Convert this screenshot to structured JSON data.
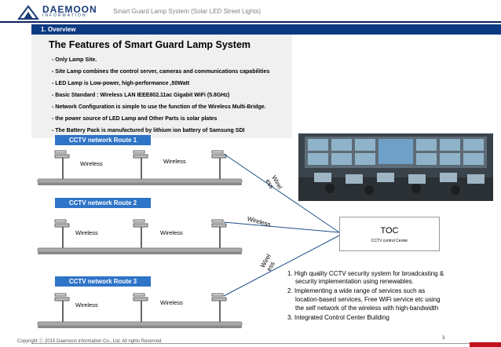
{
  "header": {
    "brand": "DAEMOON",
    "brand_sub": "INFORMATION",
    "title": "Smart Guard Lamp System (Solar LED Street Lights)"
  },
  "section": {
    "label": "1.  Overview"
  },
  "features": {
    "title": "The Features of Smart Guard Lamp System",
    "items": [
      "-  Only Lamp Site.",
      "-  Site Lamp combines the control server, cameras and communications capabilities",
      "-  LED Lamp is Low-power, high-performance ,50Watt",
      "-  Basic Standard : Wireless LAN IEEE802.11ac Gigabit WiFi (5.8GHz)",
      "-  Network Configuration  is simple to use the function of the Wireless Multi-Bridge.",
      "-  the power source  of LED Lamp and Other Parts is solar plates",
      "-  The Battery Pack is manufactured by lithium ion battery of Samsung SDI"
    ]
  },
  "routes": [
    {
      "name": "CCTV network Route 1",
      "labels": [
        "Wireless",
        "Wireless"
      ]
    },
    {
      "name": "CCTV network Route 2",
      "labels": [
        "Wireless",
        "Wireless"
      ]
    },
    {
      "name": "CCTV network Route 3",
      "labels": [
        "Wireless",
        "Wireless"
      ]
    }
  ],
  "link_labels": {
    "upper": "Wirel\ness",
    "middle": "Wireless",
    "lower": "Wirel\ness"
  },
  "toc": {
    "title": "TOC",
    "subtitle": "CCTV control Center"
  },
  "benefits": [
    {
      "text": "1. High quality CCTV security system for broadcasting &",
      "indent": false
    },
    {
      "text": "security implementation using renewables.",
      "indent": true
    },
    {
      "text": "2.  Implementing a wide range of services such as",
      "indent": false
    },
    {
      "text": "location-based services, Free WiFi service etc using",
      "indent": true
    },
    {
      "text": "the  self network of the wireless with high-bandwidth",
      "indent": true
    },
    {
      "text": "3. Integrated Control Center Building",
      "indent": false
    }
  ],
  "footer": {
    "copyright": "Copyright ⓒ 2015 Daemoon information Co., Ltd. All rights Reserved",
    "page": "3"
  },
  "colors": {
    "navy": "#0b1f5c",
    "banner_blue": "#2e74c7",
    "accent_red": "#c0121c"
  }
}
